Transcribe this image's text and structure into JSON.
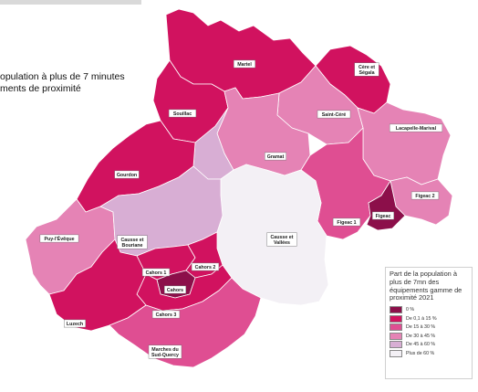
{
  "caption": "opulation à plus de 7 minutes\nments de proximité",
  "legend": {
    "title": "Part de la population à plus de 7mn des équipements gamme de proximité 2021",
    "classes": [
      {
        "label": "0 %",
        "color": "#8c0f4a"
      },
      {
        "label": "De 0,1 à 15 %",
        "color": "#d1125f"
      },
      {
        "label": "De 15 à 30 %",
        "color": "#df4e92"
      },
      {
        "label": "De 30 à 45 %",
        "color": "#e583b5"
      },
      {
        "label": "De 45 à 60 %",
        "color": "#d8aed4"
      },
      {
        "label": "Plus de 60 %",
        "color": "#f3f0f5"
      }
    ]
  },
  "regions": [
    {
      "name": "Martel",
      "class": 1
    },
    {
      "name": "Cère et Ségala",
      "class": 1
    },
    {
      "name": "Souillac",
      "class": 1
    },
    {
      "name": "Saint-Céré",
      "class": 3
    },
    {
      "name": "Lacapelle-Marival",
      "class": 3
    },
    {
      "name": "Gramat",
      "class": 3
    },
    {
      "name": "Gourdon",
      "class": 1
    },
    {
      "name": "Figeac 2",
      "class": 3
    },
    {
      "name": "Figeac 1",
      "class": 2
    },
    {
      "name": "Figeac",
      "class": 0
    },
    {
      "name": "Causse et Vallées",
      "class": 5
    },
    {
      "name": "Puy-l'Évêque",
      "class": 3
    },
    {
      "name": "Causse et Bouriane",
      "class": 4
    },
    {
      "name": "Cahors 1",
      "class": 1
    },
    {
      "name": "Cahors 2",
      "class": 1
    },
    {
      "name": "Cahors",
      "class": 0
    },
    {
      "name": "Cahors 3",
      "class": 1
    },
    {
      "name": "Luzech",
      "class": 1
    },
    {
      "name": "Marches du Sud-Quercy",
      "class": 2
    }
  ]
}
